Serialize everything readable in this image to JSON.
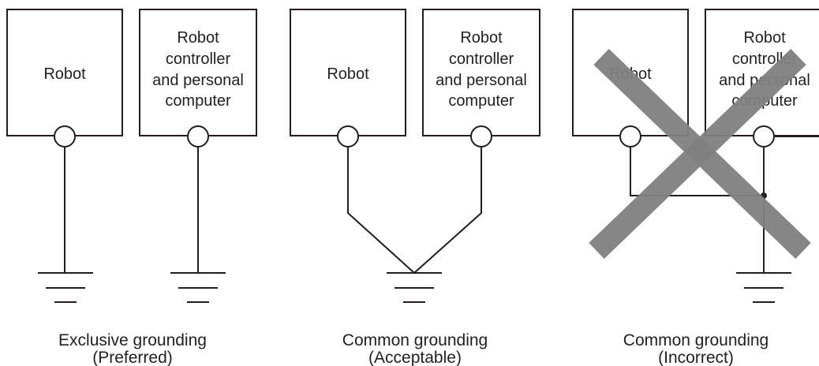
{
  "robot_label": "Robot",
  "controller_label_lines": [
    "Robot",
    "controller",
    "and personal",
    "computer"
  ],
  "panels": [
    {
      "caption_line1": "Exclusive grounding",
      "caption_line2": "(Preferred)"
    },
    {
      "caption_line1": "Common grounding",
      "caption_line2": "(Acceptable)"
    },
    {
      "caption_line1": "Common grounding",
      "caption_line2": "(Incorrect)"
    }
  ],
  "colors": {
    "line": "#231f20",
    "cross": "#808080"
  }
}
